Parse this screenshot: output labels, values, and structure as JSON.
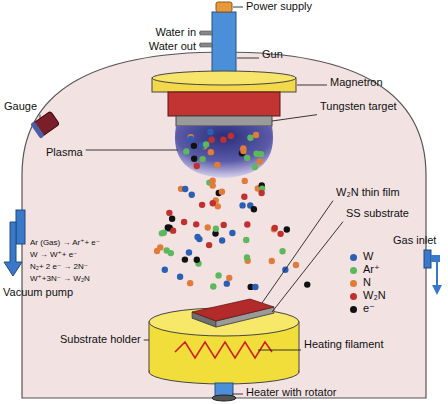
{
  "diagram": {
    "labels": [
      "Power supply",
      "Water in",
      "Water out",
      "Gun",
      "Magnetron",
      "Tungsten target",
      "Gauge",
      "Plasma",
      "W₂N thin film",
      "SS substrate",
      "Ar (Gas) → Ar⁺+ e⁻",
      "W → W⁺+ e⁻",
      "N₂+ 2 e⁻ → 2N⁻",
      "W⁺+3N⁻ → W₂N",
      "Vacuum pump",
      "Gas inlet",
      "Substrate holder",
      "Heating filament",
      "Heater with rotator"
    ],
    "legend": [
      {
        "text": "W",
        "color": "#2b5fb4"
      },
      {
        "text": "Ar⁺",
        "color": "#5cb85c"
      },
      {
        "text": "N",
        "color": "#e07b39"
      },
      {
        "text": "W₂N",
        "color": "#c0302e"
      },
      {
        "text": "e⁻",
        "color": "#111111"
      }
    ]
  }
}
